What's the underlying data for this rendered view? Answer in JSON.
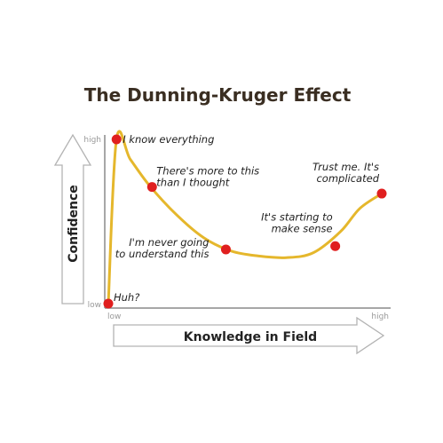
{
  "chart_data": {
    "type": "line",
    "title": "The Dunning-Kruger Effect",
    "xlabel": "Knowledge in Field",
    "ylabel": "Confidence",
    "x_ticks": [
      "low",
      "high"
    ],
    "y_ticks": [
      "high",
      "low"
    ],
    "xlim": [
      0,
      100
    ],
    "ylim": [
      0,
      100
    ],
    "grid": false,
    "legend": "none",
    "line_color": "#e5b72c",
    "marker_color": "#e01f1f",
    "series": [
      {
        "x": [
          0,
          3,
          8,
          15,
          25,
          35,
          45,
          55,
          65,
          75,
          85,
          92,
          100
        ],
        "y": [
          0,
          100,
          88,
          72,
          54,
          40,
          32,
          29,
          28,
          31,
          44,
          58,
          67
        ]
      }
    ],
    "annotations": [
      {
        "x": 0,
        "y": 0,
        "lines": [
          "Huh?"
        ]
      },
      {
        "x": 3,
        "y": 100,
        "lines": [
          "I know everything"
        ]
      },
      {
        "x": 16,
        "y": 71,
        "lines": [
          "There's more to this",
          "than I thought"
        ]
      },
      {
        "x": 43,
        "y": 33,
        "lines": [
          "I'm never going",
          "to understand this"
        ]
      },
      {
        "x": 83,
        "y": 35,
        "lines": [
          "It's starting to",
          "make sense"
        ]
      },
      {
        "x": 100,
        "y": 67,
        "lines": [
          "Trust me. It's",
          "complicated"
        ]
      }
    ]
  }
}
